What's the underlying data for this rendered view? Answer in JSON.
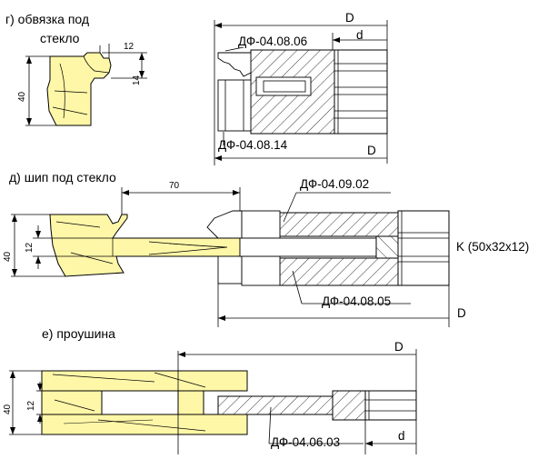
{
  "section_g": {
    "title_line1": "г) обвязка под",
    "title_line2": "стекло",
    "dim_12": "12",
    "dim_14": "14",
    "dim_40": "40",
    "code_top": "ДФ-04.08.06",
    "code_bottom": "ДФ-04.08.14",
    "label_D_top": "D",
    "label_d": "d",
    "label_D_bottom": "D"
  },
  "section_d": {
    "title": "д) шип под стекло",
    "dim_70": "70",
    "dim_40": "40",
    "dim_12": "12",
    "code_top": "ДФ-04.09.02",
    "code_bottom": "ДФ-04.08.05",
    "label_K": "K (50x32x12)",
    "label_D": "D"
  },
  "section_e": {
    "title": "е) проушина",
    "label_D": "D",
    "dim_40": "40",
    "dim_12": "12",
    "code": "ДФ-04.06.03",
    "label_d": "d"
  },
  "colors": {
    "wood": "#fff7a8",
    "line": "#000000",
    "background": "#ffffff"
  }
}
